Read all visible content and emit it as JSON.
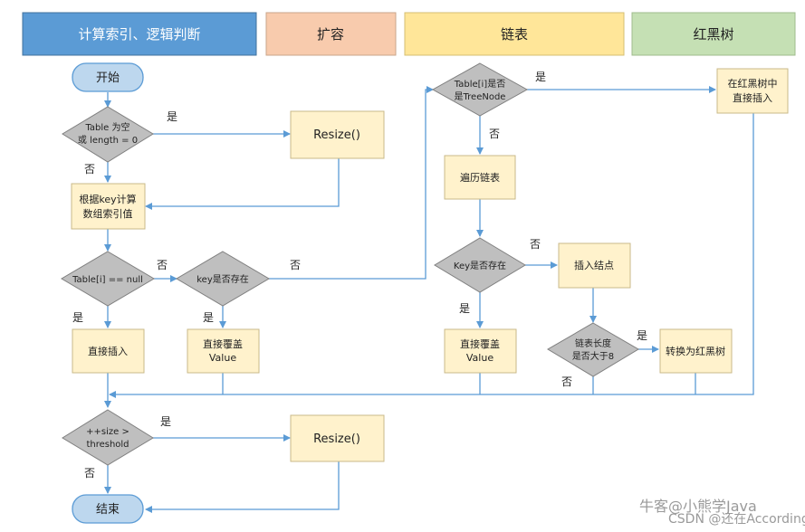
{
  "headers": {
    "index": "计算索引、逻辑判断",
    "resize": "扩容",
    "list": "链表",
    "tree": "红黑树"
  },
  "nodes": {
    "start": "开始",
    "table_empty_1": "Table 为空",
    "table_empty_2": "或 length = 0",
    "resize_1": "Resize()",
    "compute_1": "根据key计算",
    "compute_2": "数组索引值",
    "tab_null": "Table[i] == null",
    "key_exists_1": "key是否存在",
    "direct_insert": "直接插入",
    "override_1": "直接覆盖",
    "override_1_val": "Value",
    "is_treenode_1": "Table[i]是否",
    "is_treenode_2": "是TreeNode",
    "tree_insert_1": "在红黑树中",
    "tree_insert_2": "直接插入",
    "traverse_list": "遍历链表",
    "key_exists_2": "Key是否存在",
    "insert_node": "插入结点",
    "list_len_1": "链表长度",
    "list_len_2": "是否大于8",
    "to_tree": "转换为红黑树",
    "override_2": "直接覆盖",
    "override_2_val": "Value",
    "size_gt_1": "++size >",
    "size_gt_2": "threshold",
    "resize_2": "Resize()",
    "end": "结束"
  },
  "labels": {
    "yes": "是",
    "no": "否"
  },
  "watermark": {
    "line1": "牛客@小熊学Java",
    "line2": "CSDN @还在According to"
  },
  "colors": {
    "blue_header": "#5b9bd5",
    "orange_header": "#f8cbad",
    "yellow_header": "#ffe699",
    "green_header": "#c5e0b4",
    "decision": "#bfbfbf",
    "process": "#fff2cc",
    "terminal": "#bdd7ee",
    "arrow": "#5b9bd5"
  }
}
